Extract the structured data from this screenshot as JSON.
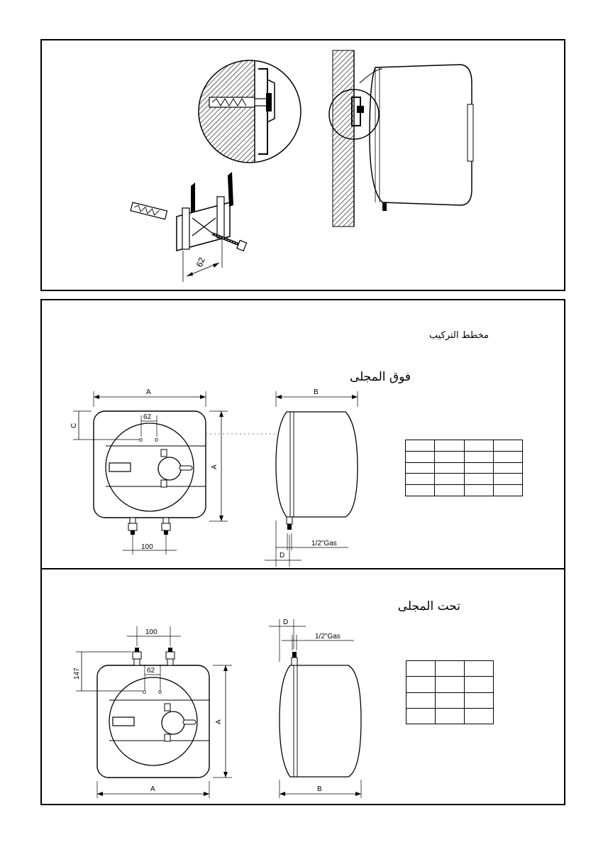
{
  "section_install": {
    "dim_62": "62"
  },
  "section_above": {
    "title_main": "مخطط التركيب",
    "title_sub": "فوق المجلى",
    "dim_A_width": "A",
    "dim_A_height": "A",
    "dim_B": "B",
    "dim_C": "C",
    "dim_D": "D",
    "dim_62": "62",
    "dim_100": "100",
    "pipe_label": "1/2\"Gas"
  },
  "section_below": {
    "title": "تحت المجلى",
    "dim_A_width": "A",
    "dim_A_height": "A",
    "dim_B": "B",
    "dim_D": "D",
    "dim_62": "62",
    "dim_100": "100",
    "dim_147": "147",
    "pipe_label": "1/2\"Gas"
  }
}
